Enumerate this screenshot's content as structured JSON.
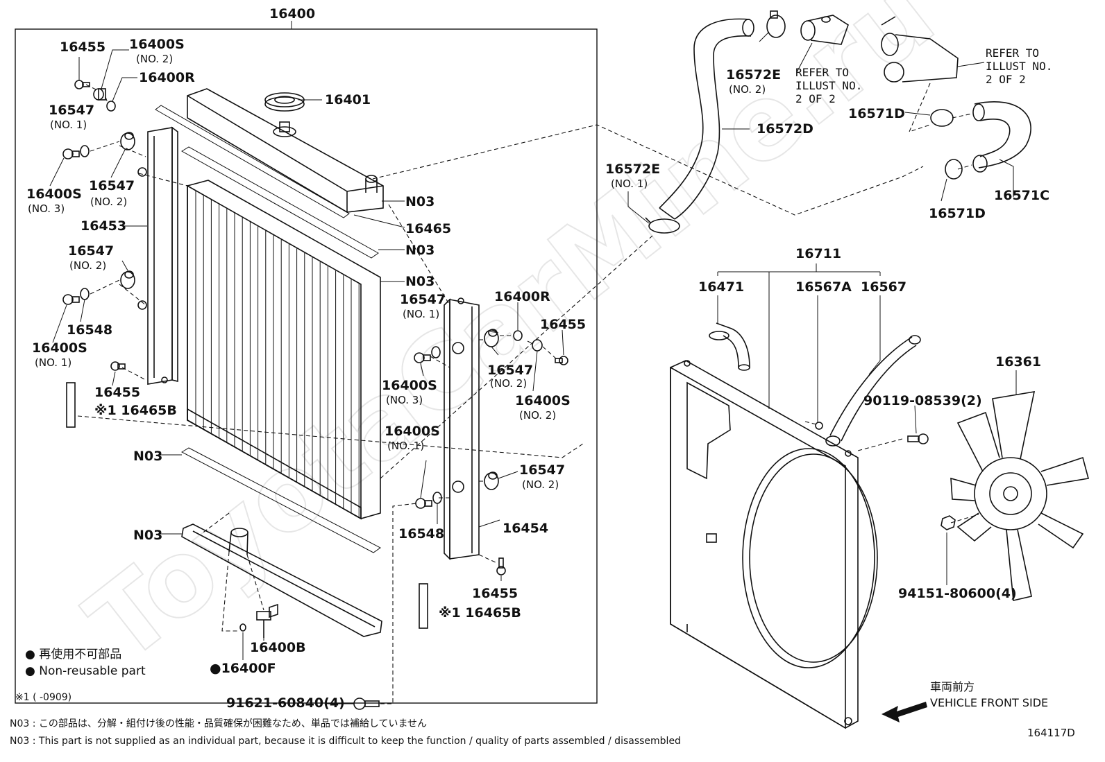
{
  "watermark": "ToyotaCarMine.ru",
  "diagram_id": "164117D",
  "assembly_label": "16400",
  "labels": [
    {
      "id": "l16400",
      "text": "16400"
    },
    {
      "id": "l16455a",
      "text": "16455"
    },
    {
      "id": "l16400S_no2_a",
      "text": "16400S"
    },
    {
      "id": "l16400S_no2_a_sub",
      "text": "(NO. 2)"
    },
    {
      "id": "l16400R_a",
      "text": "16400R"
    },
    {
      "id": "l16401",
      "text": "16401"
    },
    {
      "id": "l16547_no1_a",
      "text": "16547"
    },
    {
      "id": "l16547_no1_a_sub",
      "text": "(NO. 1)"
    },
    {
      "id": "l16400S_no3_a",
      "text": "16400S"
    },
    {
      "id": "l16400S_no3_a_sub",
      "text": "(NO. 3)"
    },
    {
      "id": "l16547_no2_a",
      "text": "16547"
    },
    {
      "id": "l16547_no2_a_sub",
      "text": "(NO. 2)"
    },
    {
      "id": "l16453",
      "text": "16453"
    },
    {
      "id": "lN03_a",
      "text": "N03"
    },
    {
      "id": "l16465",
      "text": "16465"
    },
    {
      "id": "lN03_b",
      "text": "N03"
    },
    {
      "id": "lN03_c",
      "text": "N03"
    },
    {
      "id": "l16547_no2_b",
      "text": "16547"
    },
    {
      "id": "l16547_no2_b_sub",
      "text": "(NO. 2)"
    },
    {
      "id": "l16548_a",
      "text": "16548"
    },
    {
      "id": "l16400S_no1_a",
      "text": "16400S"
    },
    {
      "id": "l16400S_no1_a_sub",
      "text": "(NO. 1)"
    },
    {
      "id": "l16455b",
      "text": "16455"
    },
    {
      "id": "l16465B_a",
      "text": "※1 16465B"
    },
    {
      "id": "l16547_no1_b",
      "text": "16547"
    },
    {
      "id": "l16547_no1_b_sub",
      "text": "(NO. 1)"
    },
    {
      "id": "l16400R_b",
      "text": "16400R"
    },
    {
      "id": "l16455c",
      "text": "16455"
    },
    {
      "id": "l16547_no2_c",
      "text": "16547"
    },
    {
      "id": "l16547_no2_c_sub",
      "text": "(NO. 2)"
    },
    {
      "id": "l16400S_no3_b",
      "text": "16400S"
    },
    {
      "id": "l16400S_no3_b_sub",
      "text": "(NO. 3)"
    },
    {
      "id": "l16400S_no2_b",
      "text": "16400S"
    },
    {
      "id": "l16400S_no2_b_sub",
      "text": "(NO. 2)"
    },
    {
      "id": "l16400S_no1_b",
      "text": "16400S"
    },
    {
      "id": "l16400S_no1_b_sub",
      "text": "(NO. 1)"
    },
    {
      "id": "lN03_d",
      "text": "N03"
    },
    {
      "id": "l16547_no2_d",
      "text": "16547"
    },
    {
      "id": "l16547_no2_d_sub",
      "text": "(NO. 2)"
    },
    {
      "id": "lN03_e",
      "text": "N03"
    },
    {
      "id": "l16548_b",
      "text": "16548"
    },
    {
      "id": "l16454",
      "text": "16454"
    },
    {
      "id": "l16455d",
      "text": "16455"
    },
    {
      "id": "l16465B_b",
      "text": "※1 16465B"
    },
    {
      "id": "l16400B",
      "text": "16400B"
    },
    {
      "id": "l16400F",
      "text": "●16400F"
    },
    {
      "id": "l91621",
      "text": "91621-60840(4)"
    },
    {
      "id": "l16572E_no2",
      "text": "16572E"
    },
    {
      "id": "l16572E_no2_sub",
      "text": "(NO. 2)"
    },
    {
      "id": "l16572D",
      "text": "16572D"
    },
    {
      "id": "l16572E_no1",
      "text": "16572E"
    },
    {
      "id": "l16572E_no1_sub",
      "text": "(NO. 1)"
    },
    {
      "id": "l16571D_a",
      "text": "16571D"
    },
    {
      "id": "l16571C",
      "text": "16571C"
    },
    {
      "id": "l16571D_b",
      "text": "16571D"
    },
    {
      "id": "l16711",
      "text": "16711"
    },
    {
      "id": "l16471",
      "text": "16471"
    },
    {
      "id": "l16567A",
      "text": "16567A"
    },
    {
      "id": "l16567",
      "text": "16567"
    },
    {
      "id": "l16361",
      "text": "16361"
    },
    {
      "id": "l90119",
      "text": "90119-08539(2)"
    },
    {
      "id": "l94151",
      "text": "94151-80600(4)"
    }
  ],
  "refer_a": [
    "REFER TO",
    "ILLUST NO.",
    "2 OF 2"
  ],
  "refer_b": [
    "REFER TO",
    "ILLUST NO.",
    "2 OF 2"
  ],
  "legend": {
    "jp": "● 再使用不可部品",
    "en": "● Non-reusable part"
  },
  "footnote_mark": "※1 (      -0909)",
  "notes": {
    "jp": "N03 : この部品は、分解・組付け後の性能・品質確保が困難なため、単品では補給していません",
    "en": "N03 : This part is not supplied as an individual part, because it is difficult to keep the function / quality of parts assembled / disassembled"
  },
  "direction": {
    "jp": "車両前方",
    "en": "VEHICLE FRONT SIDE"
  }
}
